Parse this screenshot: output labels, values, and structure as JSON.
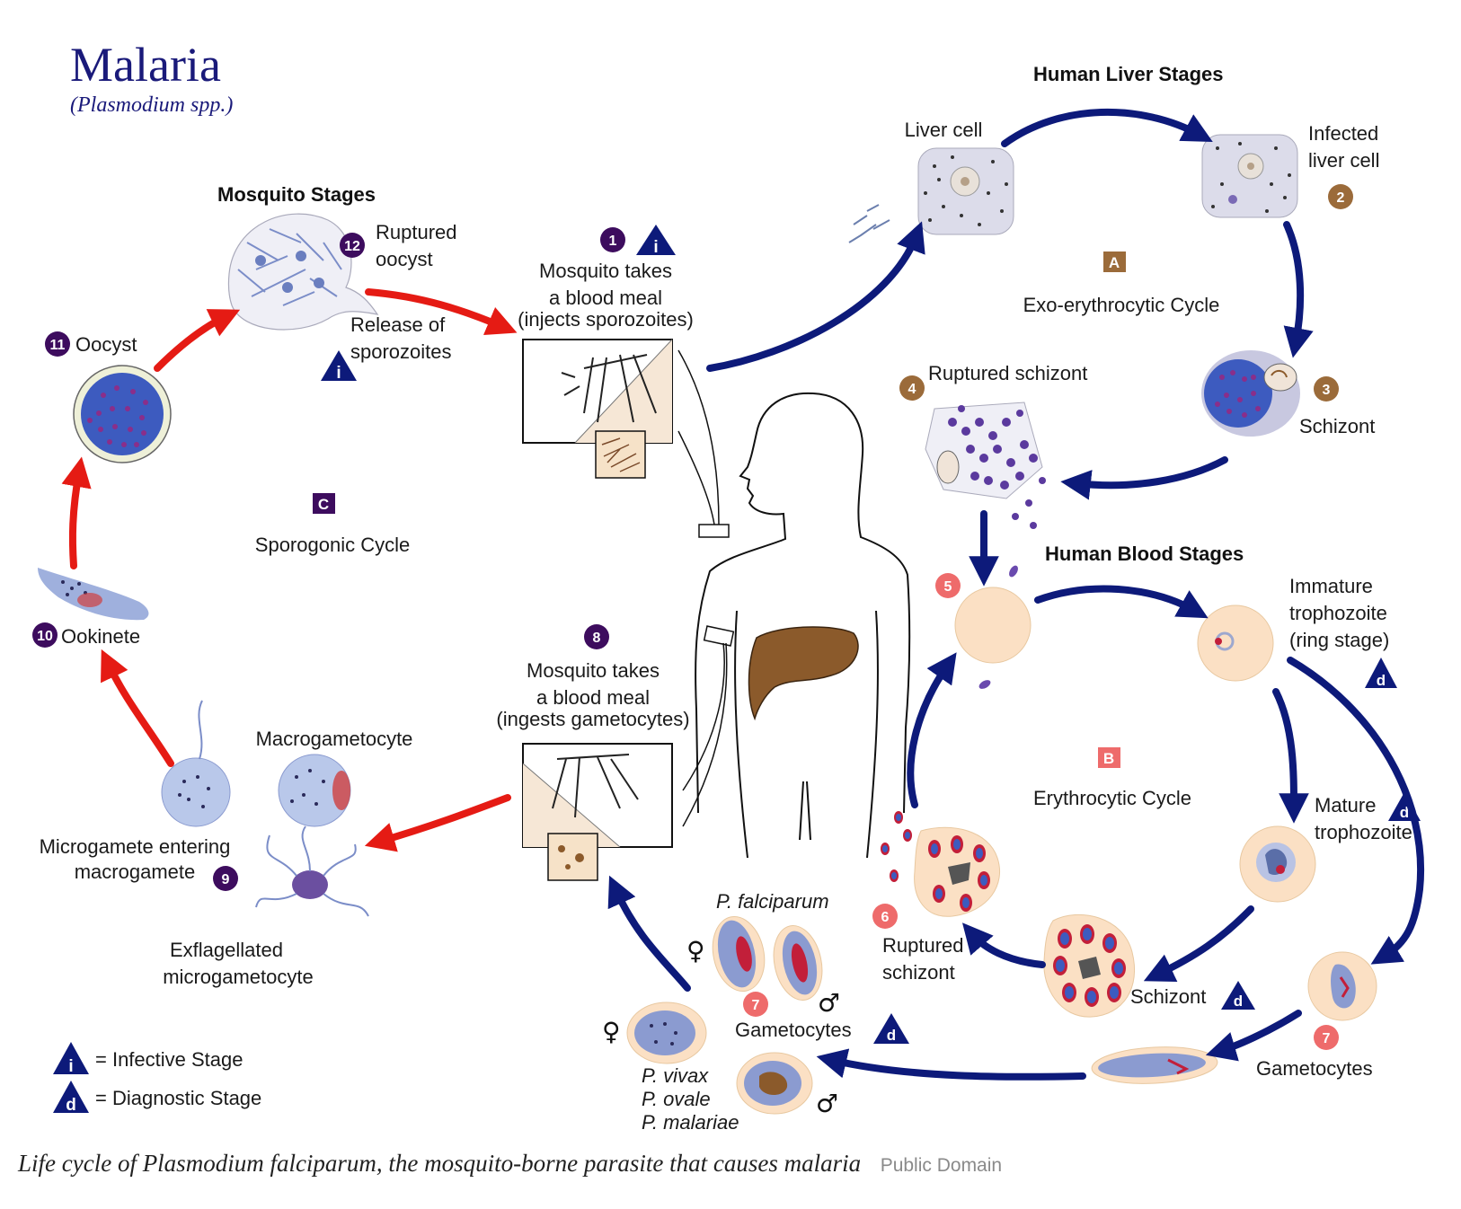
{
  "title": "Malaria",
  "subtitle": "(Plasmodium spp.)",
  "sections": {
    "mosquito_stages": "Mosquito Stages",
    "liver_stages": "Human Liver Stages",
    "blood_stages": "Human Blood Stages"
  },
  "cycles": {
    "a": {
      "letter": "A",
      "label": "Exo-erythrocytic Cycle"
    },
    "b": {
      "letter": "B",
      "label": "Erythrocytic Cycle"
    },
    "c": {
      "letter": "C",
      "label": "Sporogonic Cycle"
    }
  },
  "stages": {
    "s1": {
      "num": "1",
      "l1": "Mosquito takes",
      "l2": "a blood meal",
      "l3": "(injects sporozoites)"
    },
    "s2": {
      "num": "2",
      "l1": "Infected",
      "l2": "liver cell"
    },
    "liver_cell": "Liver cell",
    "s3": {
      "num": "3",
      "label": "Schizont"
    },
    "s4": {
      "num": "4",
      "label": "Ruptured schizont"
    },
    "s5": {
      "num": "5"
    },
    "immature": {
      "l1": "Immature",
      "l2": "trophozoite",
      "l3": "(ring stage)"
    },
    "mature": {
      "l1": "Mature",
      "l2": "trophozoite"
    },
    "schizont_b": "Schizont",
    "s6": {
      "num": "6",
      "l1": "Ruptured",
      "l2": "schizont"
    },
    "s7": {
      "num": "7",
      "label": "Gametocytes"
    },
    "s7b": {
      "num": "7",
      "label": "Gametocytes"
    },
    "s8": {
      "num": "8",
      "l1": "Mosquito takes",
      "l2": "a blood meal",
      "l3": "(ingests gametocytes)"
    },
    "s9": {
      "num": "9",
      "l1": "Microgamete entering",
      "l2": "macrogamete"
    },
    "macrogametocyte": "Macrogametocyte",
    "exflag": {
      "l1": "Exflagellated",
      "l2": "microgametocyte"
    },
    "s10": {
      "num": "10",
      "label": "Ookinete"
    },
    "s11": {
      "num": "11",
      "label": "Oocyst"
    },
    "s12": {
      "num": "12",
      "l1": "Ruptured",
      "l2": "oocyst"
    },
    "release": {
      "l1": "Release of",
      "l2": "sporozoites"
    }
  },
  "species": {
    "falciparum": "P. falciparum",
    "vivax": "P. vivax",
    "ovale": "P. ovale",
    "malariae": "P. malariae"
  },
  "symbols": {
    "female": "♀",
    "male": "♂",
    "i": "i",
    "d": "d"
  },
  "legend": {
    "infective": "= Infective Stage",
    "diagnostic": "= Diagnostic Stage"
  },
  "caption": {
    "main": "Life cycle of Plasmodium falciparum, the mosquito-borne parasite that causes malaria",
    "credit": "Public Domain"
  },
  "colors": {
    "navy": "#0d1a7a",
    "red_arrow": "#e51b14",
    "purple_badge": "#3d0c5e",
    "brown_badge": "#9b6b3a",
    "salmon_badge": "#ee6b6b",
    "rbc": "#fbe0c4",
    "liver": "#8b5a2b"
  }
}
